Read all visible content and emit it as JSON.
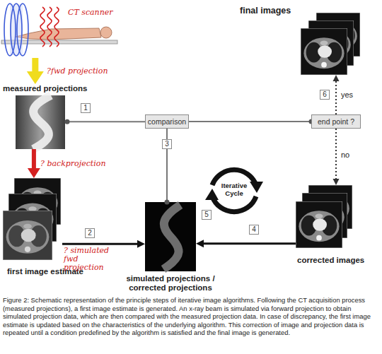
{
  "diagram": {
    "caption": "Figure 2: Schematic representation of the principle steps of iterative image algorithms. Following the CT acquisition process (measured projections), a first image estimate is generated. An x-ray beam is simulated via forward projection to obtain simulated projection data, which are then compared with the measured projection data. In case of discrepancy, the first image estimate is updated based on the characteristics of the underlying algorithm. This correction of image and projection data is repeated until a condition predefined by the algorithm is satisfied and the final image is generated.",
    "nodes": [
      {
        "text": [
          "CT scanner"
        ]
      },
      {
        "text": [
          "final images"
        ]
      },
      {
        "text": [
          "measured projections"
        ]
      },
      {
        "text": [
          "comparison"
        ]
      },
      {
        "text": [
          "end point ?"
        ]
      },
      {
        "text": [
          "first image estimate"
        ]
      },
      {
        "text": [
          "Iterative Cycle"
        ]
      },
      {
        "text": [
          "simulated projections / corrected projections"
        ]
      },
      {
        "text": [
          "corrected images"
        ]
      }
    ],
    "edges": [
      {
        "from": 0,
        "to": 2,
        "arrow": "to",
        "label": "?fwd projection"
      },
      {
        "from": 2,
        "to": 5,
        "arrow": "to",
        "label": "? backprojection"
      },
      {
        "from": 5,
        "to": 7,
        "arrow": "to",
        "label": "? simulated fwd projection"
      },
      {
        "from": 8,
        "to": 7,
        "arrow": "to"
      },
      {
        "from": 2,
        "to": 3,
        "arrow": "none"
      },
      {
        "from": 3,
        "to": 7,
        "arrow": "none"
      },
      {
        "from": 3,
        "to": 4,
        "arrow": "none"
      },
      {
        "from": 4,
        "to": 8,
        "arrow": "to",
        "label": "no"
      },
      {
        "from": 4,
        "to": 1,
        "arrow": "to",
        "label": "yes"
      }
    ],
    "labels": [
      "1",
      "2",
      "3",
      "4",
      "5",
      "6"
    ]
  }
}
